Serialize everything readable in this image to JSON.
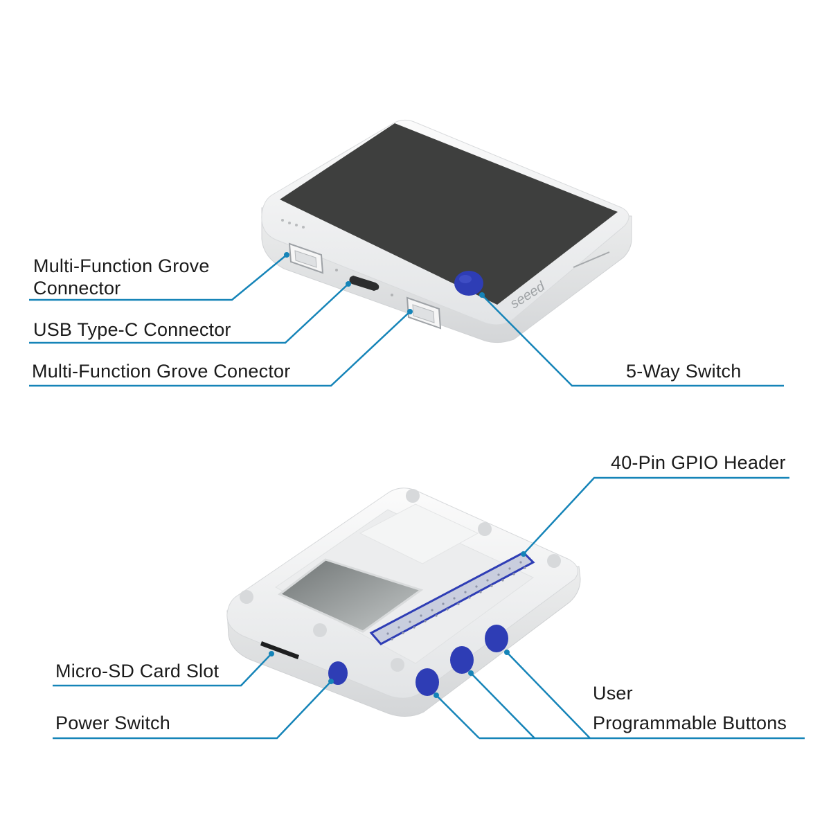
{
  "colors": {
    "leader_line": "#1584b8",
    "accent_button": "#2e3db5",
    "device_body": "#f1f2f3",
    "screen": "#3e3f3e",
    "text": "#1a1a1a"
  },
  "front_view": {
    "labels": {
      "grove_left": "Multi-Function Grove\nConnector",
      "usb_c": "USB Type-C Connector",
      "grove_right": "Multi-Function Grove Conector",
      "five_way": "5-Way Switch"
    },
    "device_brand": "seeed"
  },
  "back_view": {
    "labels": {
      "gpio": "40-Pin GPIO Header",
      "microsd": "Micro-SD Card Slot",
      "power": "Power Switch",
      "user_buttons": "User\nProgrammable Buttons"
    }
  }
}
